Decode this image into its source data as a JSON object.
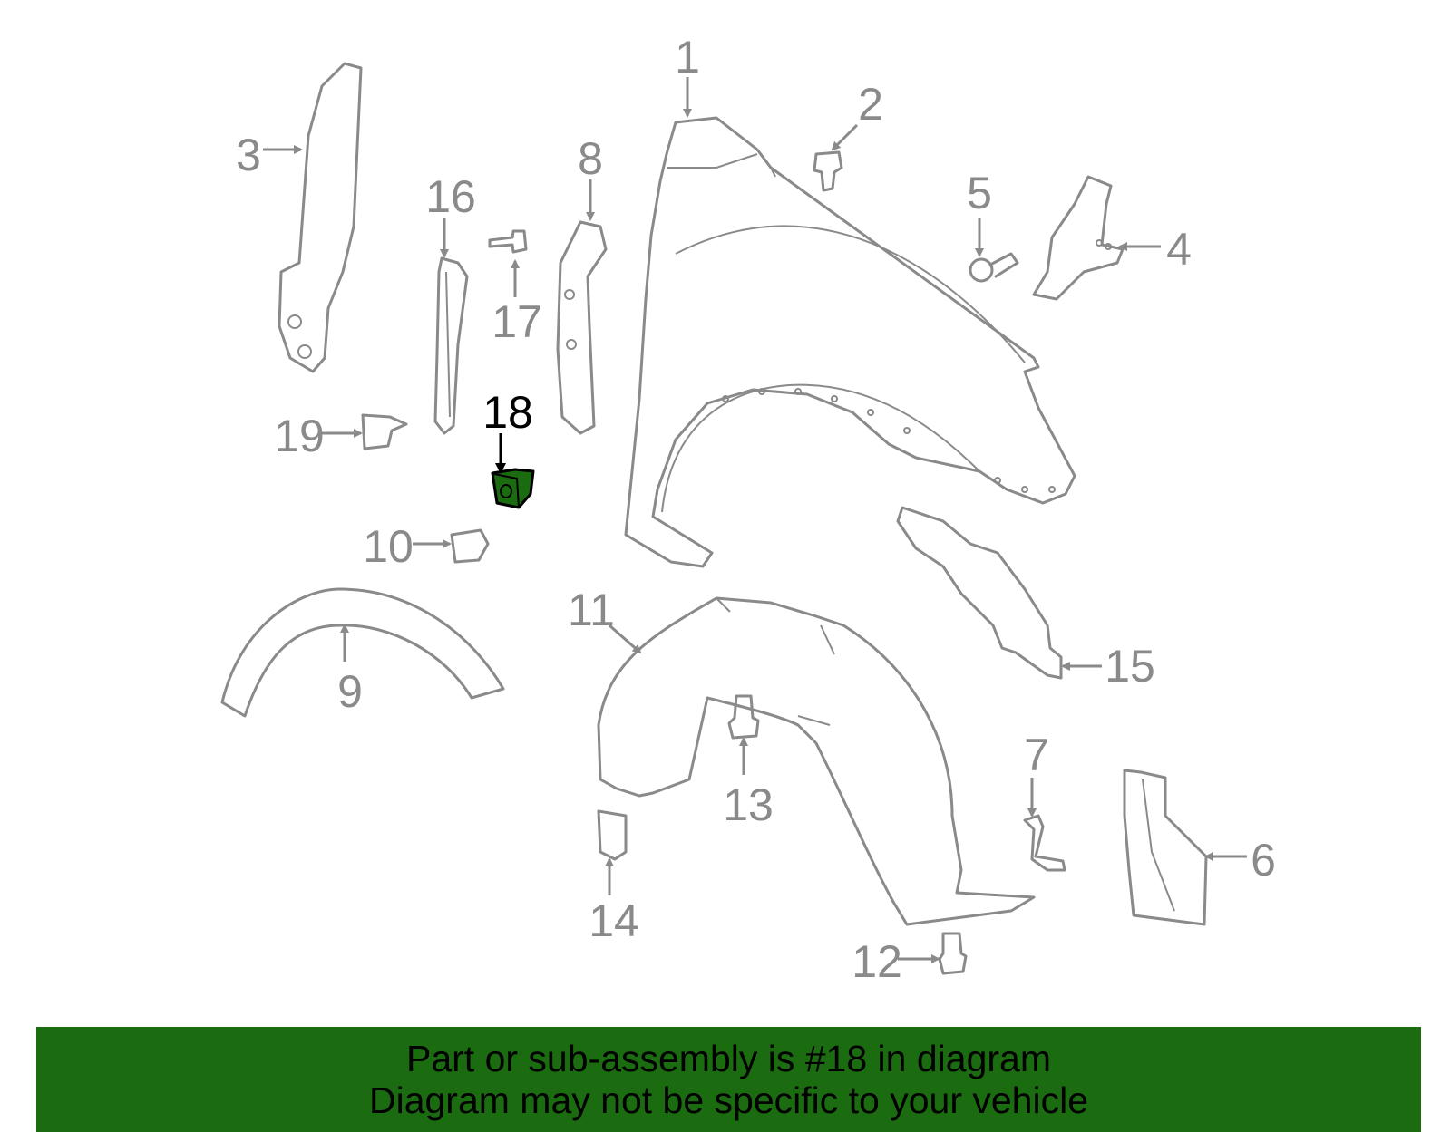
{
  "callouts": {
    "c1": "1",
    "c2": "2",
    "c3": "3",
    "c4": "4",
    "c5": "5",
    "c6": "6",
    "c7": "7",
    "c8": "8",
    "c9": "9",
    "c10": "10",
    "c11": "11",
    "c12": "12",
    "c13": "13",
    "c14": "14",
    "c15": "15",
    "c16": "16",
    "c17": "17",
    "c18": "18",
    "c19": "19"
  },
  "highlight": {
    "part_number": "18",
    "color": "#1b6b10"
  },
  "banner": {
    "line1": "Part or sub-assembly is #18 in diagram",
    "line2": "Diagram may not be specific to your vehicle",
    "background": "#1b6b10"
  }
}
